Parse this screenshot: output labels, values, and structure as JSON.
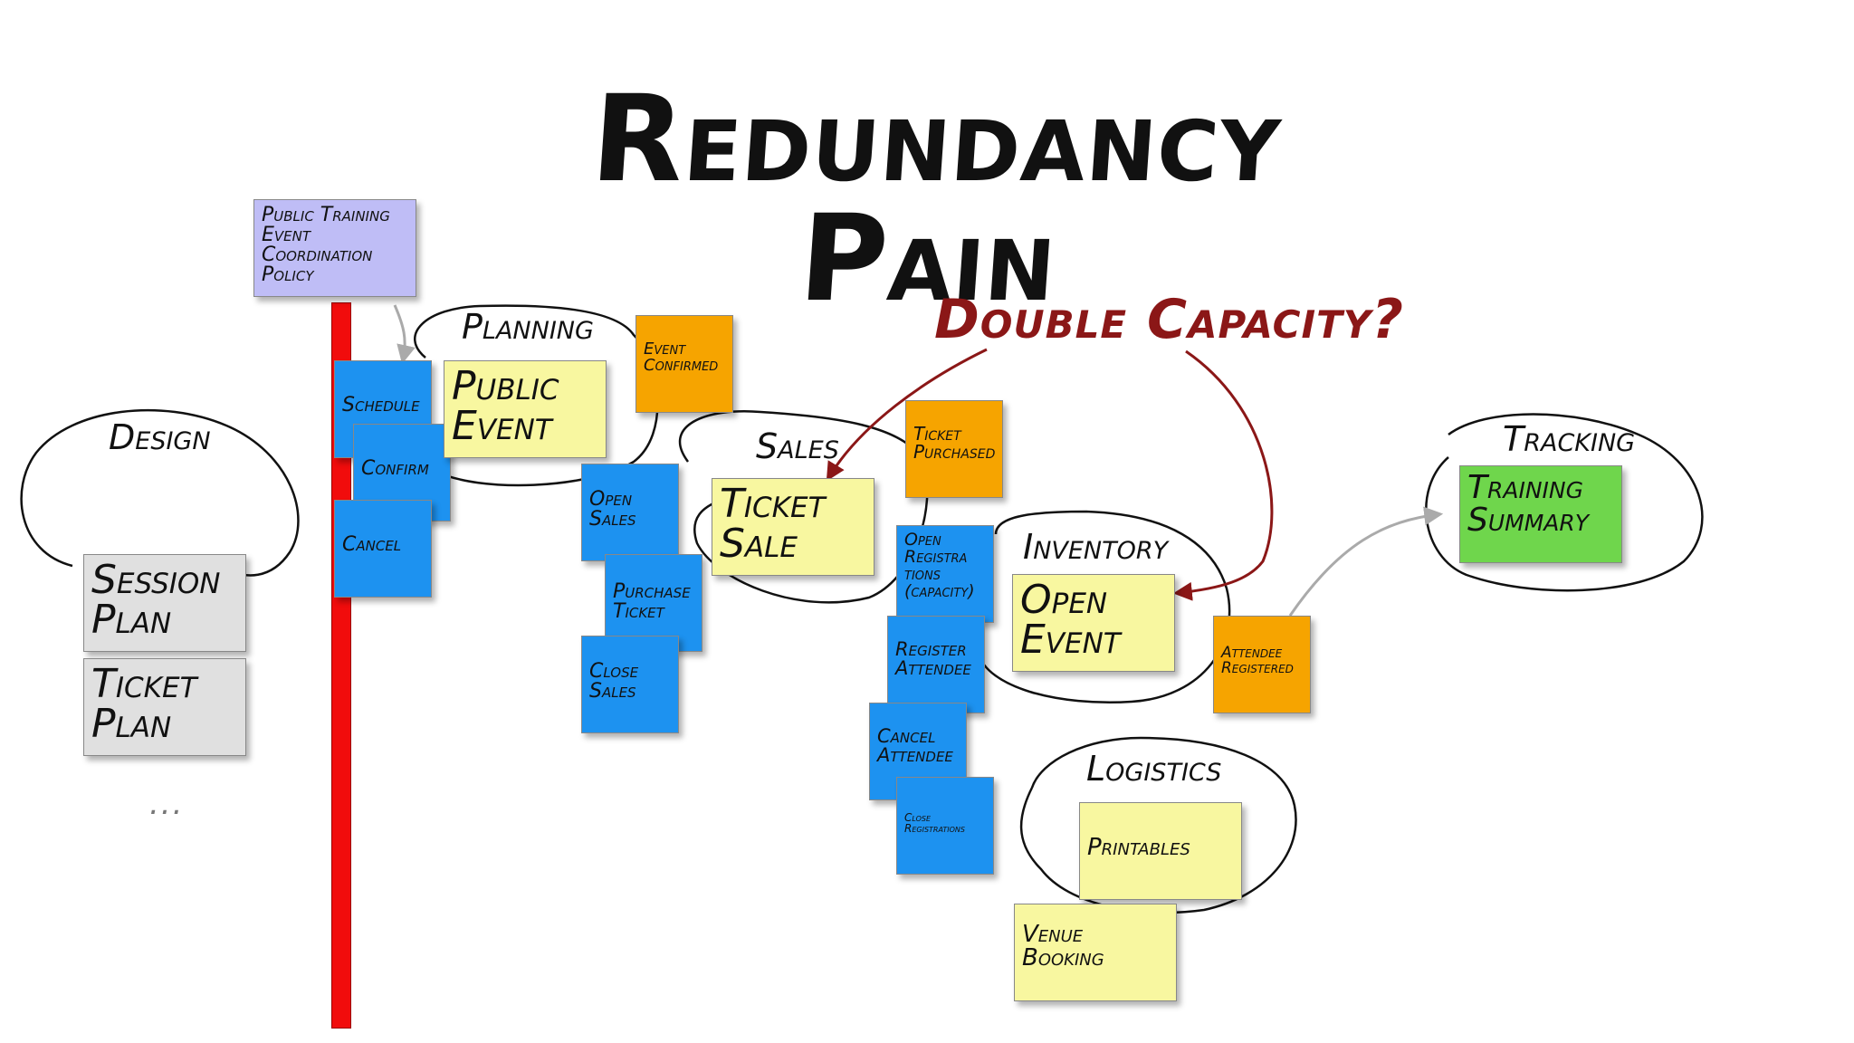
{
  "title": "Redundancy Pain",
  "question": "Double Capacity?",
  "bounded_contexts": {
    "design": "Design",
    "planning": "Planning",
    "sales": "Sales",
    "inventory": "Inventory",
    "tracking": "Tracking",
    "logistics": "Logistics"
  },
  "policy": "Public Training\nEvent\nCoordination\nPolicy",
  "design_notes": {
    "session_plan": "Session\nPlan",
    "ticket_plan": "Ticket\nPlan",
    "more": "..."
  },
  "planning_notes": {
    "schedule": "Schedule",
    "confirm": "Confirm",
    "cancel": "Cancel",
    "public_event": "Public\nEvent",
    "event_confirmed": "Event\nConfirmed"
  },
  "sales_notes": {
    "open_sales": "Open\nSales",
    "purchase_ticket": "Purchase\nTicket",
    "close_sales": "Close\nSales",
    "ticket_sale": "Ticket\nSale",
    "ticket_purchased": "Ticket\nPurchased"
  },
  "inventory_notes": {
    "open_registrations": "Open\nRegistra\ntions\n(capacity)",
    "register_attendee": "Register\nAttendee",
    "cancel_attendee": "Cancel\nAttendee",
    "close_registrations": "Close\nRegistrations",
    "open_event": "Open\nEvent",
    "attendee_registered": "Attendee\nRegistered"
  },
  "tracking_notes": {
    "training_summary": "Training\nSummary"
  },
  "logistics_notes": {
    "printables": "Printables",
    "venue_booking": "Venue\nBooking"
  },
  "colors": {
    "aggregate": "#f8f7a0",
    "command": "#1d92f0",
    "event": "#f6a400",
    "read_model": "#e0e0e0",
    "view": "#6fd64c",
    "policy": "#bfbdf6",
    "timeline": "#f10c0c",
    "question": "#8b1717"
  }
}
